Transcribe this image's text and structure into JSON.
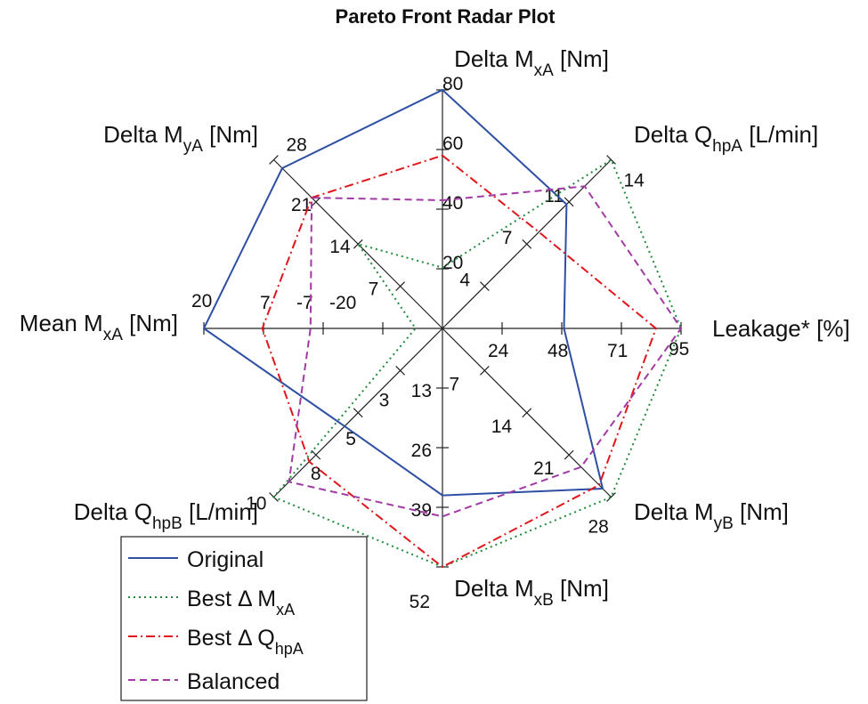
{
  "chart_data": {
    "type": "radar",
    "title": "Pareto Front Radar Plot",
    "axes": [
      {
        "id": "mxa",
        "label_main": "Delta M",
        "label_sub": "xA",
        "label_unit": " [Nm]",
        "ticks": [
          "20",
          "40",
          "60",
          "80"
        ],
        "range": [
          0,
          80
        ],
        "direction": "outward"
      },
      {
        "id": "qhpa",
        "label_main": "Delta Q",
        "label_sub": "hpA",
        "label_unit": " [L/min]",
        "ticks": [
          "4",
          "7",
          "11",
          "14"
        ],
        "range": [
          0,
          14
        ],
        "direction": "outward"
      },
      {
        "id": "leak",
        "label_main": "Leakage* [%]",
        "label_sub": "",
        "label_unit": "",
        "ticks": [
          "24",
          "48",
          "71",
          "95"
        ],
        "range": [
          0,
          95
        ],
        "direction": "outward"
      },
      {
        "id": "myb",
        "label_main": "Delta M",
        "label_sub": "yB",
        "label_unit": " [Nm]",
        "ticks": [
          "7",
          "14",
          "21",
          "28"
        ],
        "range": [
          0,
          28
        ],
        "direction": "outward"
      },
      {
        "id": "mxb",
        "label_main": "Delta M",
        "label_sub": "xB",
        "label_unit": " [Nm]",
        "ticks": [
          "13",
          "26",
          "39",
          "52"
        ],
        "range": [
          0,
          52
        ],
        "direction": "outward"
      },
      {
        "id": "qhpb",
        "label_main": "Delta Q",
        "label_sub": "hpB",
        "label_unit": " [L/min]",
        "ticks": [
          "3",
          "5",
          "8",
          "10"
        ],
        "range": [
          0,
          10
        ],
        "direction": "outward"
      },
      {
        "id": "meanmxa",
        "label_main": "Mean M",
        "label_sub": "xA",
        "label_unit": " [Nm]",
        "ticks": [
          "-20",
          "-7",
          "7",
          "20"
        ],
        "range": [
          -33,
          20
        ],
        "direction": "outward"
      },
      {
        "id": "mya",
        "label_main": "Delta M",
        "label_sub": "yA",
        "label_unit": " [Nm]",
        "ticks": [
          "7",
          "14",
          "21",
          "28"
        ],
        "range": [
          0,
          28
        ],
        "direction": "outward"
      }
    ],
    "series": [
      {
        "name_main": "Original",
        "name_sub": "",
        "color": "#2e4fa3",
        "dash": "solid",
        "values": [
          80,
          10.3,
          48.4,
          26.6,
          36.4,
          5.8,
          20,
          26.6
        ]
      },
      {
        "name_main": "Best Δ M",
        "name_sub": "xA",
        "color": "#1f8a3a",
        "dash": "dotted",
        "values": [
          20.4,
          14,
          95,
          28,
          52,
          10,
          -27,
          14
        ]
      },
      {
        "name_main": "Best Δ Q",
        "name_sub": "hpA",
        "color": "#e0161b",
        "dash": "dashdot",
        "values": [
          58,
          8,
          85,
          26,
          52,
          7.9,
          7,
          21.7
        ]
      },
      {
        "name_main": "Balanced",
        "name_sub": "",
        "color": "#a23aa5",
        "dash": "dashed",
        "values": [
          43,
          11.8,
          95,
          23,
          41,
          9.1,
          -3.7,
          21.7
        ]
      }
    ],
    "legend_position": "bottom-left",
    "grid": false
  }
}
